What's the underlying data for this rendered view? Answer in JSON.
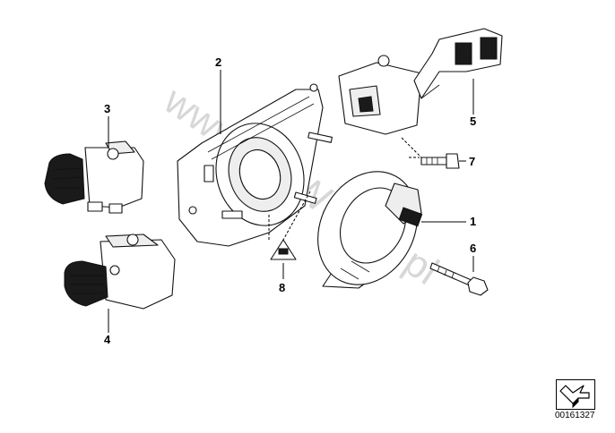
{
  "diagram": {
    "callouts": [
      {
        "id": "1",
        "label": "1"
      },
      {
        "id": "2",
        "label": "2"
      },
      {
        "id": "3",
        "label": "3"
      },
      {
        "id": "4",
        "label": "4"
      },
      {
        "id": "5",
        "label": "5"
      },
      {
        "id": "6",
        "label": "6"
      },
      {
        "id": "7",
        "label": "7"
      },
      {
        "id": "8",
        "label": "8"
      }
    ],
    "watermark": "www.BmWstore.pl",
    "reference_code": "00161327",
    "icons": [
      "direction-arrow-icon",
      "warning-triangle-icon"
    ]
  }
}
